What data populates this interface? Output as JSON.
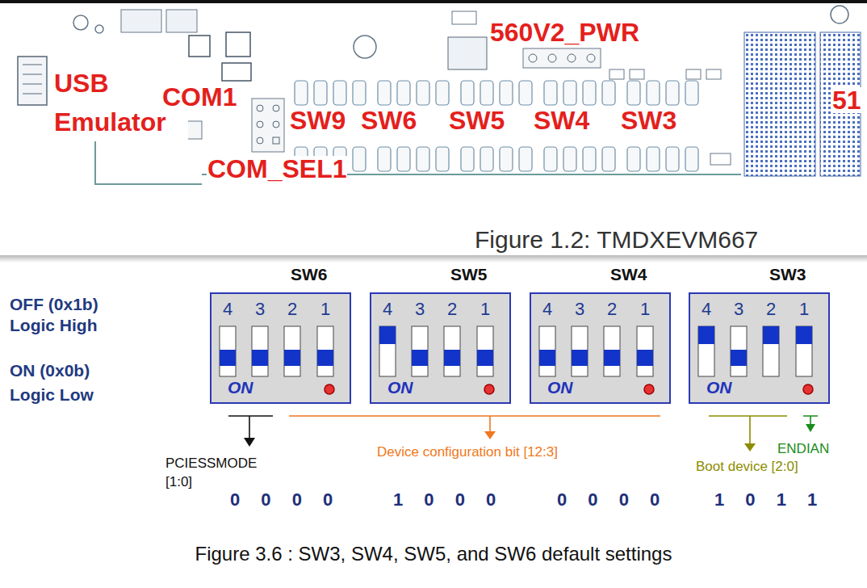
{
  "diagram": {
    "caption": "Figure 3.6 : SW3, SW4, SW5, and SW6 default settings",
    "nodes": [
      {
        "text": [
          "SW6",
          "4",
          "3",
          "2",
          "1",
          "ON"
        ]
      },
      {
        "text": [
          "SW5",
          "4",
          "3",
          "2",
          "1",
          "ON"
        ]
      },
      {
        "text": [
          "SW4",
          "4",
          "3",
          "2",
          "1",
          "ON"
        ]
      },
      {
        "text": [
          "SW3",
          "4",
          "3",
          "2",
          "1",
          "ON"
        ]
      }
    ],
    "labels": [
      "USB Emulator",
      "COM1",
      "560V2_PWR",
      "SW9",
      "SW6",
      "SW5",
      "SW4",
      "SW3",
      "COM_SEL1",
      "51",
      "Figure 1.2: TMDXEVM667",
      "OFF (0x1b) Logic High",
      "ON (0x0b) Logic Low",
      "PCIESSMODE [1:0]",
      "Device configuration bit [12:3]",
      "ENDIAN",
      "Boot device [2:0]",
      "0 0 0 0",
      "1 0 0 0",
      "0 0 0 0",
      "1 0 1 1"
    ]
  }
}
